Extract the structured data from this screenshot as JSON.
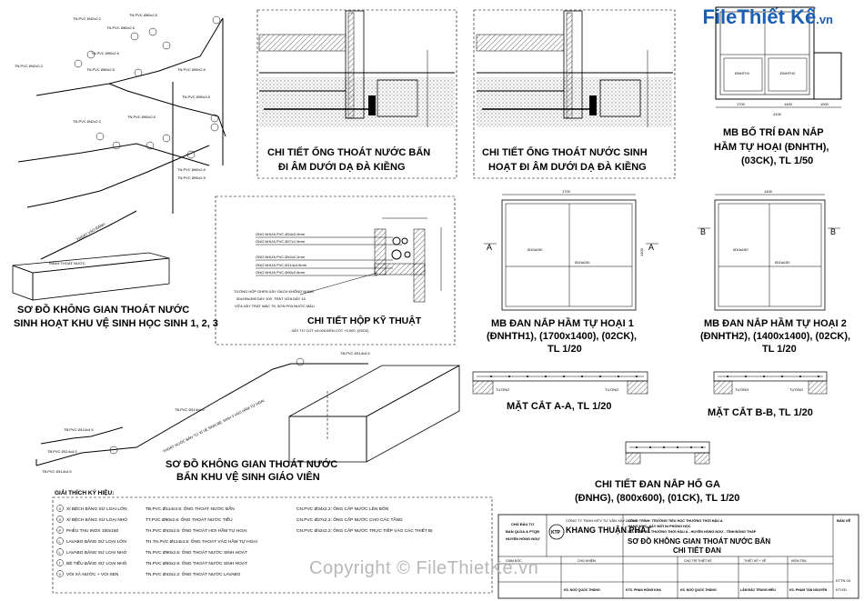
{
  "logo": {
    "brand": "File",
    "brand2": "Thiết Kế",
    "tld": ".vn"
  },
  "watermark": "Copyright © FileThietKe.vn",
  "captions": {
    "d1": [
      "SƠ ĐỒ KHÔNG GIAN THOÁT NƯỚC",
      "SINH HOẠT KHU VỆ SINH HỌC SINH 1, 2, 3"
    ],
    "d2": [
      "CHI TIẾT ỐNG  THOÁT NƯỚC BẨN",
      "ĐI ÂM DƯỚI DẠ ĐÀ KIỀNG"
    ],
    "d3": [
      "CHI TIẾT ỐNG  THOÁT NƯỚC SINH",
      "HOẠT ĐI ÂM DƯỚI DẠ ĐÀ KIỀNG"
    ],
    "d4": [
      "MB BỐ TRÍ ĐAN NẮP",
      "HẦM TỰ HOẠI (ĐNHTH),",
      "(03CK), TL 1/50"
    ],
    "d5": [
      "CHI TIẾT HỘP KỸ THUẬT",
      "- XÂY TỪ CỐT ±0.000 ĐẾN CỐT +3.000, (03CK)"
    ],
    "d6": [
      "MB ĐAN NẮP HẦM TỰ HOẠI 1",
      "(ĐNHTH1), (1700x1400), (02CK),",
      "TL 1/20"
    ],
    "d7": [
      "MB ĐAN NẮP HẦM TỰ HOẠI 2",
      "(ĐNHTH2), (1400x1400), (02CK),",
      "TL 1/20"
    ],
    "d8": [
      "MẶT CẮT A-A, TL 1/20"
    ],
    "d9": [
      "MẶT CẮT B-B, TL 1/20"
    ],
    "d10": [
      "SƠ ĐỒ KHÔNG GIAN THOÁT NƯỚC",
      "BẨN KHU VỆ SINH GIÁO VIÊN"
    ],
    "d11": [
      "CHI TIẾT ĐAN NẮP HỐ GA",
      "(ĐNHG), (800x600), (01CK), TL 1/20"
    ]
  },
  "hop_ky_thuat_notes": [
    "ỐNG NHỰA PVC Ø34x2.0mm",
    "ỐNG NHỰA PVC Ø27x1.9mm",
    "ỐNG NHỰA PVC Ø42x2.2mm",
    "ỐNG NHỰA PVC Ø114x4.5mm",
    "ỐNG NHỰA PVC Ø90x2.6mm",
    "TƯỜNG HỘP GHEN XÂY GẠCH KHÔNG NUNG",
    "50x190x390 DÀY 100. TRÁT VỮA DÀY 10",
    "VỮA XÂY TRÁT MÁC 75, SƠN P03 NƯỚC MÀU"
  ],
  "plan_labels": {
    "dnhth1": "ĐNHTH1",
    "dnhth2": "ĐNHTH2",
    "dim_total": "4100",
    "dim1": "1700",
    "dim2": "1400",
    "dim3": "1000",
    "dim_h": "1400",
    "dim_w1": "1700",
    "dim_w2": "1400",
    "rebar": "Ø10a150",
    "sec_a": "A",
    "sec_b": "B",
    "wall": "TƯỜNG"
  },
  "pipe_labels_1": [
    "TN.PVC Ø42x2.2",
    "TN.PVC Ø60x2.5",
    "TN.PVC Ø60x2.5",
    "TN.PVC Ø90x2.5",
    "TN.PVC Ø60x2.5",
    "TN.PVC Ø42x2.2",
    "TN.PVC Ø90x2.5",
    "TN.PVC Ø90x3.5",
    "TN.PVC Ø90x2.5",
    "TN.PVC Ø60x2.5",
    "TN.PVC Ø90x2.5",
    "TN.PVC Ø42x2.2"
  ],
  "pipe_label_ranh": "RÃNH THOÁT NƯỚC",
  "pipe_label_thoat": "THOÁT VÀO RÃNH",
  "pipe_labels_gv": [
    "TB.PVC Ø114x4.5",
    "TB.PVC Ø114x4.5",
    "TB.PVC Ø114x4.5",
    "TB.PVC Ø114x4.5",
    "TB.PVC Ø114x4.5"
  ],
  "gv_note": "THOÁT NƯỚC BẨN TỪ XÍ VỆ SINH BỆ, SINH 3 VÀO HẦM TỰ HOẠI",
  "legend": {
    "title": "GIẢI THÍCH KÝ HIỆU:",
    "col1": [
      {
        "sym": "X",
        "text": "XÍ BỆCH BẰNG SỨ LOẠI LỚN"
      },
      {
        "sym": "X",
        "text": "XÍ BỆCH BẰNG SỨ LOẠI NHỎ"
      },
      {
        "sym": "P",
        "text": "PHỄU THU INOX 150x150"
      },
      {
        "sym": "L",
        "text": "LAVABO BẰNG SỨ LOẠI LỚN"
      },
      {
        "sym": "L",
        "text": "LAVABO BẰNG SỨ LOẠI NHỎ"
      },
      {
        "sym": "T",
        "text": "BỆ TIỂU BẰNG SỨ LOẠI NHỎ"
      },
      {
        "sym": "V",
        "text": "VÒI XẢ NƯỚC + VÒI SEN"
      }
    ],
    "col2": [
      "TB.PVC Ø114x4.5: ỐNG THOÁT NƯỚC BẨN",
      "TT.PVC Ø90x2.6: ỐNG THOÁT NƯỚC TIỂU",
      "TH.PVC Ø42x2.6: ỐNG THOÁT HƠI HẦM TỰ HOẠI",
      "TH.TH.PVC Ø114x4.5: ỐNG THOÁT VÀO HẦM TỰ HOẠI",
      "TN.PVC Ø90x2.6: ỐNG THOÁT NƯỚC SINH HOẠT",
      "TN.PVC Ø60x2.6: ỐNG THOÁT NƯỚC SINH HOẠT",
      "TN.PVC Ø42x2.2: ỐNG THOÁT NƯỚC LAVABO"
    ],
    "col3": [
      "CN.PVC Ø34x2.2: ỐNG CẤP NƯỚC LÊN BỒN",
      "CN.PVC Ø27x2.2: ỐNG CẤP NƯỚC CHO CÁC TẦNG",
      "CN.PVC Ø42x2.2: ỐNG CẤP NƯỚC TRỰC TIẾP VÀO CÁC THIẾT BỊ"
    ]
  },
  "title_block": {
    "owner": [
      "CHỦ ĐẦU TƯ",
      "BAN QLDA & PTQĐ",
      "HUYỆN HỒNG NGỰ"
    ],
    "company": [
      "CÔNG TY TNHH MTV TƯ VẤN XÂY DỰNG",
      "KHANG THUẬN PHÁT"
    ],
    "company_abbr": "KTP",
    "project": [
      "- CÔNG TRÌNH: TRƯỜNG TIỂU HỌC THƯỜNG THỚI HẬU A",
      "- HẠNG MỤC: XÂY MỚI 04 PHÒNG HỌC",
      "- ĐỊA ĐIỂM: XÃ THƯỜNG THỚI HẬU A - HUYỆN HỒNG NGỰ - TỈNH ĐỒNG THÁP"
    ],
    "drawing": [
      "SƠ ĐỒ KHÔNG GIAN THOÁT NƯỚC BẨN",
      "CHI TIẾT ĐAN"
    ],
    "roles": [
      "GIÁM ĐỐC",
      "CHỦ NHIỆM",
      "CHỦ TRÌ THIẾT KẾ",
      "THIẾT KẾ + VẼ",
      "KIỂM TRA"
    ],
    "names": [
      "KS. NGÔ QUỐC THẮNG",
      "KTS. PHAN HỒNG KHA",
      "KS. NGÔ QUỐC THẮNG",
      "LÂM ĐẮC TRUNG HIẾU",
      "KS. PHẠM TẤN NGUYÊN"
    ],
    "ban_ve": "BẢN VẼ",
    "ban_ve_no": "KTTN 03",
    "sheet": "KT/XD"
  }
}
